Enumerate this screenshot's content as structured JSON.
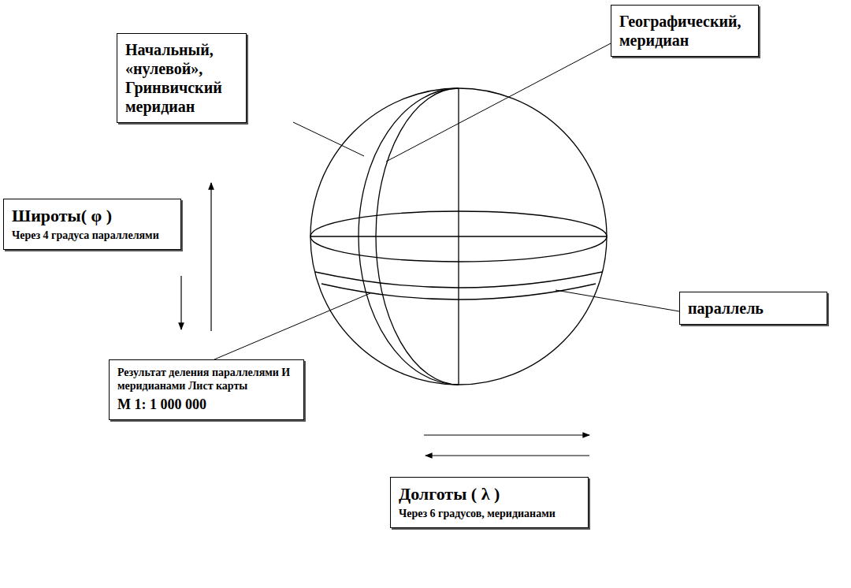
{
  "diagram": {
    "nodes": [
      {
        "text": [
          "Начальный, «нулевой», Гринвичский меридиан"
        ]
      },
      {
        "text": [
          "Географический, меридиан"
        ]
      },
      {
        "text": [
          "Широты( φ )",
          "Через 4 градуса параллелями"
        ]
      },
      {
        "text": [
          "параллель"
        ]
      },
      {
        "text": [
          "Результат деления параллелями И меридианами Лист карты",
          "М 1: 1 000 000"
        ]
      },
      {
        "text": [
          "Долготы ( λ )",
          "Через 6 градусов, меридианами"
        ]
      }
    ]
  }
}
